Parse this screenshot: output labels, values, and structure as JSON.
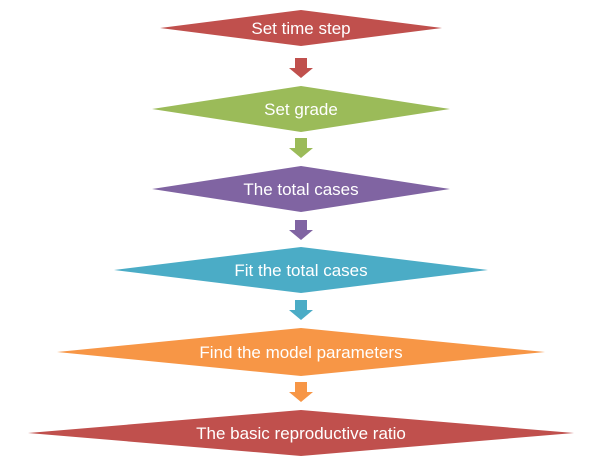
{
  "diagram": {
    "steps": [
      {
        "label": "Set time step",
        "color": "#c0504d"
      },
      {
        "label": "Set grade",
        "color": "#9bbb59"
      },
      {
        "label": "The total cases",
        "color": "#8064a2"
      },
      {
        "label": "Fit the total cases",
        "color": "#4bacc6"
      },
      {
        "label": "Find the model parameters",
        "color": "#f79646"
      },
      {
        "label": "The basic reproductive ratio",
        "color": "#c0504d"
      }
    ],
    "connectors": [
      {
        "icon": "arrow-down-icon",
        "color": "#c0504d"
      },
      {
        "icon": "arrow-down-icon",
        "color": "#9bbb59"
      },
      {
        "icon": "arrow-down-icon",
        "color": "#8064a2"
      },
      {
        "icon": "arrow-down-icon",
        "color": "#4bacc6"
      },
      {
        "icon": "arrow-down-icon",
        "color": "#f79646"
      }
    ]
  }
}
